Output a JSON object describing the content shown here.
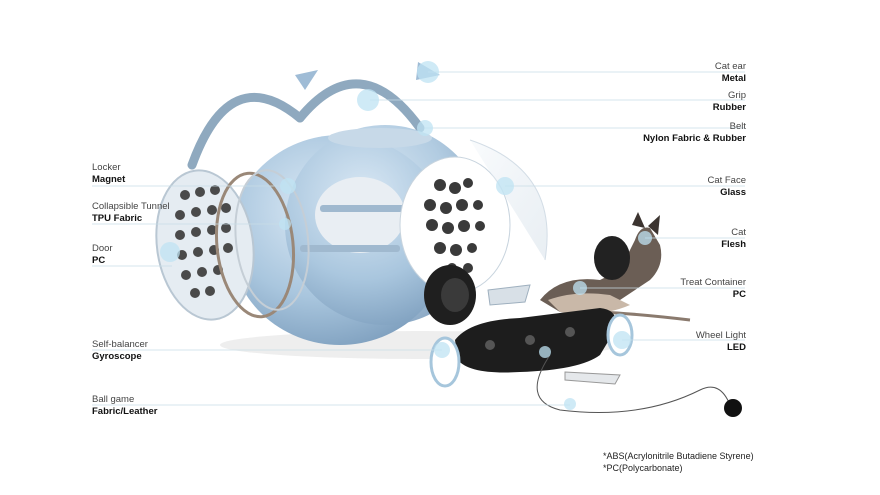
{
  "left_labels": [
    {
      "id": "locker",
      "name": "Locker",
      "material": "Magnet"
    },
    {
      "id": "tunnel",
      "name": "Collapsible Tunnel",
      "material": "TPU Fabric"
    },
    {
      "id": "door",
      "name": "Door",
      "material": "PC"
    },
    {
      "id": "balancer",
      "name": "Self-balancer",
      "material": "Gyroscope"
    },
    {
      "id": "ballgame",
      "name": "Ball game",
      "material": "Fabric/Leather"
    }
  ],
  "right_labels": [
    {
      "id": "ear",
      "name": "Cat ear",
      "material": "Metal"
    },
    {
      "id": "grip",
      "name": "Grip",
      "material": "Rubber"
    },
    {
      "id": "belt",
      "name": "Belt",
      "material": "Nylon Fabric & Rubber"
    },
    {
      "id": "face",
      "name": "Cat Face",
      "material": "Glass"
    },
    {
      "id": "cat",
      "name": "Cat",
      "material": "Flesh"
    },
    {
      "id": "treat",
      "name": "Treat Container",
      "material": "PC"
    },
    {
      "id": "wheel",
      "name": "Wheel Light",
      "material": "LED"
    }
  ],
  "footnotes": {
    "abs": "*ABS(Acrylonitrile Butadiene Styrene)",
    "pc": "*PC(Polycarbonate)"
  },
  "colors": {
    "shell": "#a9c6de",
    "callout": "#bfe3f3",
    "wheel": "#1a1a1a"
  }
}
